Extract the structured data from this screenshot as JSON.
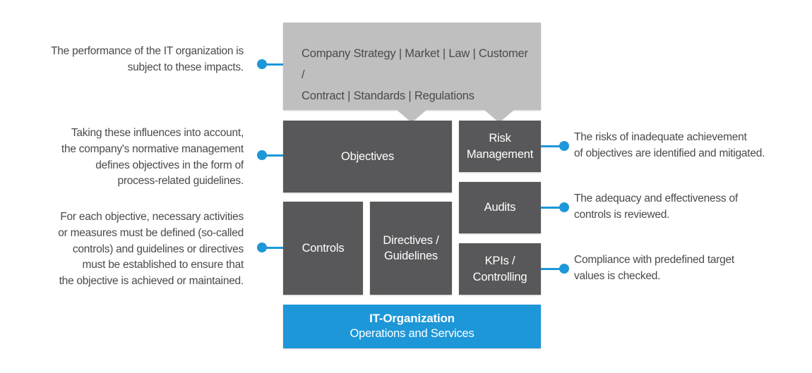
{
  "diagram": {
    "title": "IT Governance Structure",
    "colors": {
      "accent_blue": "#1d97d8",
      "box_dark_gray": "#58585a",
      "banner_light_gray": "#bfbfbf",
      "note_text": "#4a4a4c",
      "background": "#ffffff"
    }
  },
  "top_banner": {
    "text": "Company Strategy | Market | Law | Customer /\nContract | Standards | Regulations"
  },
  "center_boxes": [
    {
      "id": "objectives",
      "label": "Objectives"
    },
    {
      "id": "controls",
      "label": "Controls"
    },
    {
      "id": "directives-guidelines",
      "label": "Directives /\nGuidelines"
    }
  ],
  "right_boxes": [
    {
      "id": "risk-management",
      "label": "Risk\nManagement"
    },
    {
      "id": "audits",
      "label": "Audits"
    },
    {
      "id": "kpis-controlling",
      "label": "KPIs /\nControlling"
    }
  ],
  "bottom_bar": {
    "line1": "IT-Organization",
    "line2": "Operations and Services"
  },
  "left_notes": [
    {
      "id": "note-impacts",
      "text": "The performance of the IT organization is\nsubject to these impacts."
    },
    {
      "id": "note-objectives",
      "text": "Taking these influences into account,\nthe company's normative management\ndefines objectives in the form of\nprocess-related guidelines."
    },
    {
      "id": "note-controls",
      "text": "For each objective, necessary activities\nor measures must be defined (so-called\ncontrols) and guidelines or directives\nmust be established to ensure that\nthe objective is achieved or maintained."
    }
  ],
  "right_notes": [
    {
      "id": "note-risk",
      "text": "The risks of inadequate achievement\nof objectives are identified and mitigated."
    },
    {
      "id": "note-audits",
      "text": "The adequacy and effectiveness of\ncontrols is reviewed."
    },
    {
      "id": "note-kpis",
      "text": "Compliance with predefined target\nvalues is checked."
    }
  ]
}
